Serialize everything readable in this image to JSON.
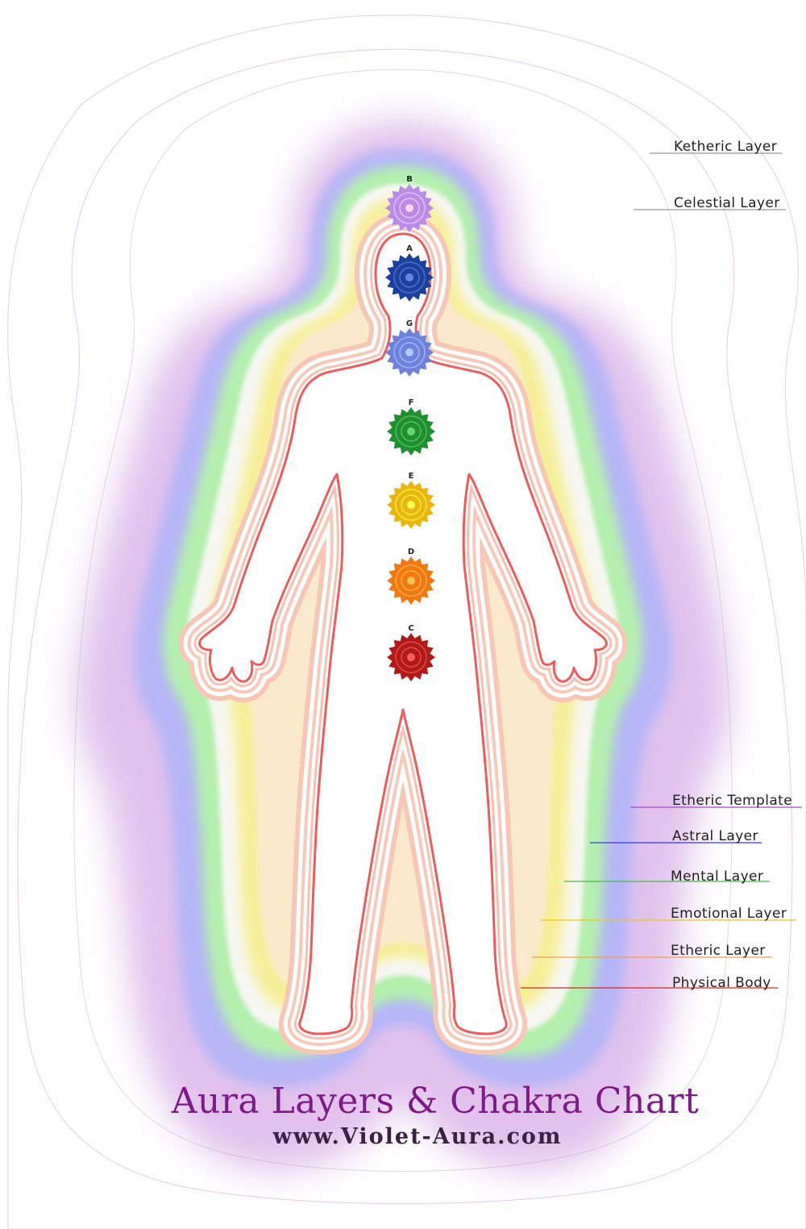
{
  "title": "Aura Layers & Chakra Chart",
  "website": "www.Violet-Aura.com",
  "layers": [
    {
      "label": "Ketheric Layer",
      "color": "#9a9a9a"
    },
    {
      "label": "Celestial Layer",
      "color": "#9a9a9a"
    },
    {
      "label": "Etheric Template",
      "color": "#a24bc4"
    },
    {
      "label": "Astral Layer",
      "color": "#3b3bd0"
    },
    {
      "label": "Mental Layer",
      "color": "#4cb848"
    },
    {
      "label": "Emotional Layer",
      "color": "#e8c820"
    },
    {
      "label": "Etheric Layer",
      "color": "#f0a050"
    },
    {
      "label": "Physical Body",
      "color": "#d22a2a"
    }
  ],
  "chakras": [
    {
      "letter": "B",
      "color": "#b98de6"
    },
    {
      "letter": "A",
      "color": "#1d3f9e"
    },
    {
      "letter": "G",
      "color": "#6e82da"
    },
    {
      "letter": "F",
      "color": "#1f8f2f"
    },
    {
      "letter": "E",
      "color": "#e8b70f"
    },
    {
      "letter": "D",
      "color": "#f07a12"
    },
    {
      "letter": "C",
      "color": "#b21a1a"
    }
  ],
  "colors": {
    "violet_glow": "#d9a8e6",
    "blue_band": "#b8b8f8",
    "green_band": "#b8f0b0",
    "yellow_band": "#f8ef9a",
    "body_outline": "#f05a5a",
    "title": "#7c1a86"
  }
}
